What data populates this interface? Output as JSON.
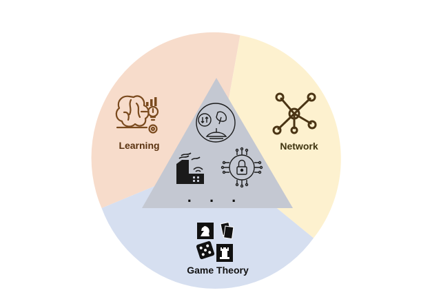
{
  "segments": {
    "learning": {
      "label": "Learning",
      "color": "#f7dccb",
      "icon": "brain-gear-icon",
      "text_color": "#5a3210"
    },
    "network": {
      "label": "Network",
      "color": "#fdf1cf",
      "icon": "network-nodes-icon",
      "text_color": "#3f3410"
    },
    "game_theory": {
      "label": "Game Theory",
      "color": "#d6dff0",
      "icon": "chess-cards-dice-icon",
      "text_color": "#111111"
    }
  },
  "center": {
    "color": "#c4c8d2",
    "icons": [
      "satellite-globe-icon",
      "factory-icon",
      "security-lock-chip-icon"
    ],
    "ellipsis": ". . ."
  },
  "colors": {
    "divider": "#b8b8b8",
    "icon_brown": "#7a4a1e",
    "icon_dark_brown": "#4a3414"
  }
}
